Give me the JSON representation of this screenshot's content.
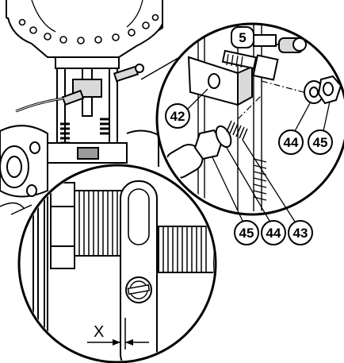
{
  "figure": {
    "dimension_label": "X",
    "callouts": {
      "c5": "5",
      "c42": "42",
      "c44_right": "44",
      "c45_right": "45",
      "c45_bottom": "45",
      "c44_bottom": "44",
      "c43": "43"
    },
    "colors": {
      "line": "#000000",
      "paper": "#ffffff",
      "shade": "#d9d9d9",
      "dark_shade": "#9a9a9a"
    }
  }
}
